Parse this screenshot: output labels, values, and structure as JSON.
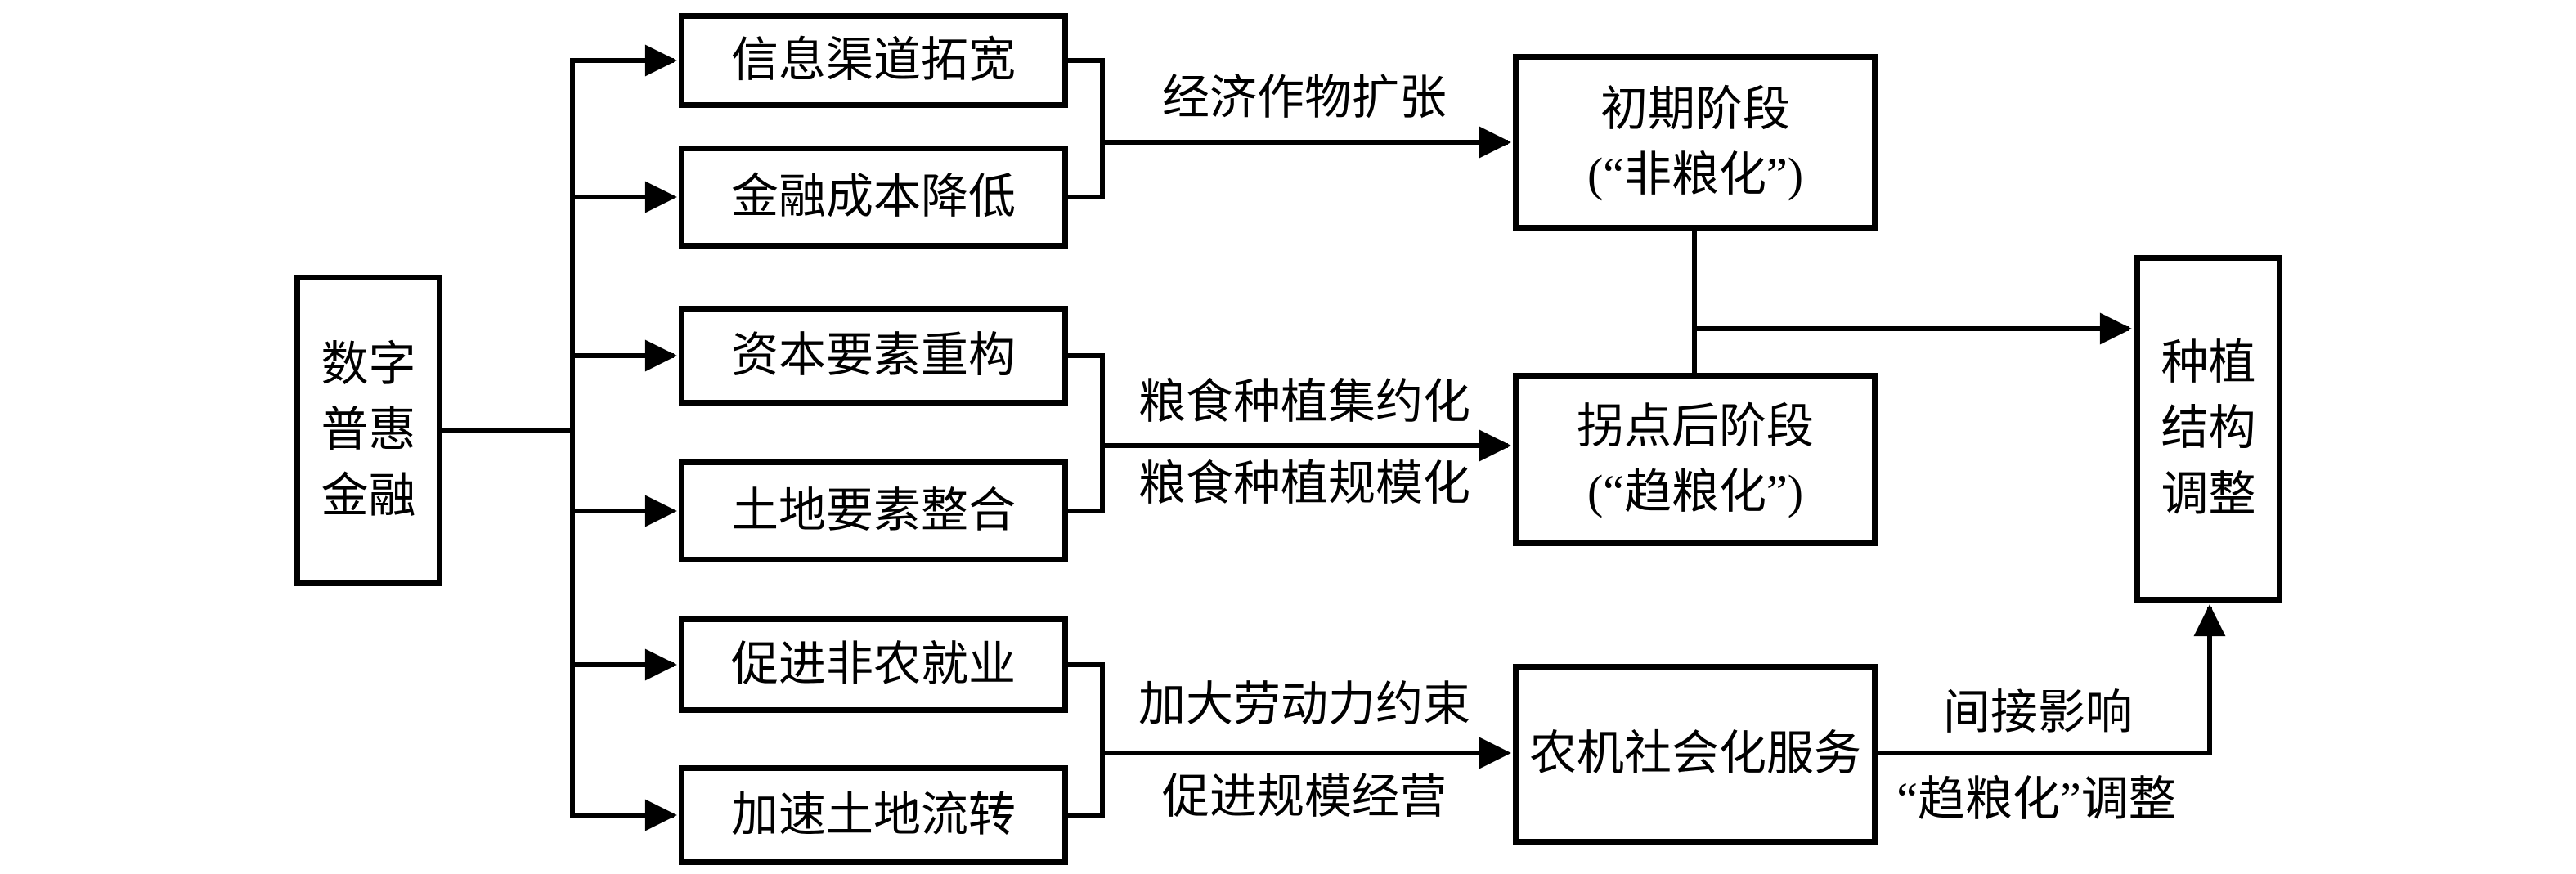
{
  "diagram": {
    "colors": {
      "background": "#ffffff",
      "line": "#000000",
      "text": "#000000"
    },
    "nodes": {
      "root": {
        "label": "数字普惠金融",
        "line1": "数字",
        "line2": "普惠",
        "line3": "金融"
      },
      "m1": {
        "label": "信息渠道拓宽"
      },
      "m2": {
        "label": "金融成本降低"
      },
      "m3": {
        "label": "资本要素重构"
      },
      "m4": {
        "label": "土地要素整合"
      },
      "m5": {
        "label": "促进非农就业"
      },
      "m6": {
        "label": "加速土地流转"
      },
      "s1": {
        "label": "初期阶段（“非粮化”）",
        "line1": "初期阶段",
        "line2": "(“非粮化”)"
      },
      "s2": {
        "label": "拐点后阶段（“趋粮化”）",
        "line1": "拐点后阶段",
        "line2": "(“趋粮化”)"
      },
      "s3": {
        "label": "农机社会化服务"
      },
      "final": {
        "label": "种植结构调整",
        "line1": "种植",
        "line2": "结构",
        "line3": "调整"
      }
    },
    "edge_labels": {
      "cash_crop_expansion": "经济作物扩张",
      "grain_intensification": "粮食种植集约化",
      "grain_scaling": "粮食种植规模化",
      "labor_constraint": "加大劳动力约束",
      "scale_operation": "促进规模经营",
      "indirect_effect": "间接影响",
      "grain_trend_adjustment": "“趋粮化”调整"
    }
  }
}
